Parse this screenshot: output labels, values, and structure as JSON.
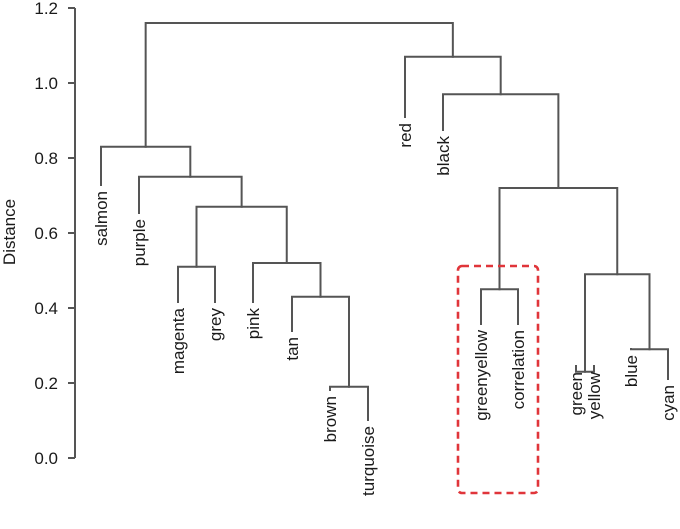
{
  "chart_data": {
    "type": "dendrogram",
    "ylabel": "Distance",
    "ylim": [
      0,
      1.2
    ],
    "y_ticks": [
      "0.0",
      "0.2",
      "0.4",
      "0.6",
      "0.8",
      "1.0",
      "1.2"
    ],
    "grid": false,
    "leaves": [
      "salmon",
      "purple",
      "magenta",
      "grey",
      "pink",
      "tan",
      "brown",
      "turquoise",
      "red",
      "black",
      "greenyellow",
      "correlation",
      "green",
      "yellow",
      "blue",
      "cyan"
    ],
    "merges": [
      {
        "left": "brown",
        "right": "turquoise",
        "height": 0.19
      },
      {
        "left": "green",
        "right": "yellow",
        "height": 0.23
      },
      {
        "left": "blue",
        "right": "cyan",
        "height": 0.29
      },
      {
        "left": "tan",
        "right": "brown+turquoise",
        "height": 0.43
      },
      {
        "left": "greenyellow",
        "right": "correlation",
        "height": 0.45
      },
      {
        "left": "green+yellow",
        "right": "blue+cyan",
        "height": 0.49
      },
      {
        "left": "magenta",
        "right": "grey",
        "height": 0.51
      },
      {
        "left": "pink",
        "right": "tan+brown+turquoise",
        "height": 0.52
      },
      {
        "left": "magenta+grey",
        "right": "pink+tan+brown+turquoise",
        "height": 0.67
      },
      {
        "left": "greenyellow+correlation",
        "right": "green+yellow+blue+cyan",
        "height": 0.72
      },
      {
        "left": "purple",
        "right": "magenta+grey+pink+tan+brown+turquoise",
        "height": 0.75
      },
      {
        "left": "salmon",
        "right": "purple+magenta+grey+pink+tan+brown+turquoise",
        "height": 0.83
      },
      {
        "left": "black",
        "right": "greenyellow+correlation+green+yellow+blue+cyan",
        "height": 0.97
      },
      {
        "left": "red",
        "right": "black+greenyellow+correlation+green+yellow+blue+cyan",
        "height": 1.07
      },
      {
        "left": "salmon+purple+magenta+grey+pink+tan+brown+turquoise",
        "right": "red+black+greenyellow+correlation+green+yellow+blue+cyan",
        "height": 1.16
      }
    ],
    "highlight": {
      "leaves": [
        "greenyellow",
        "correlation"
      ],
      "color": "#e0353a",
      "style": "dashed"
    }
  }
}
